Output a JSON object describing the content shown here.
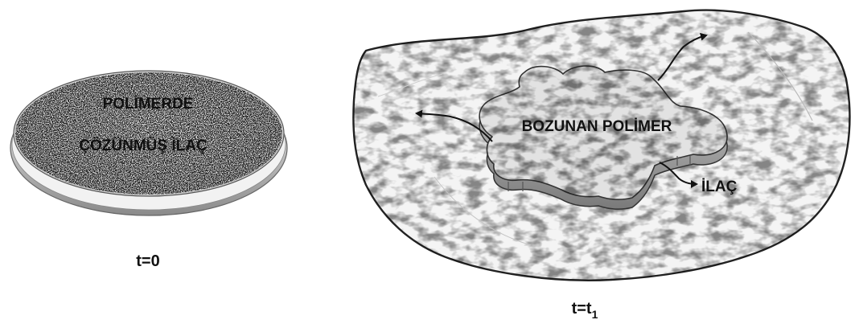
{
  "left_panel": {
    "label_line1": "POLİMERDE",
    "label_line2": "ÇÖZÜNMÜŞ İLAÇ",
    "time_label": "t=0"
  },
  "right_panel": {
    "polymer_label": "BOZUNAN POLİMER",
    "drug_label": "İLAÇ",
    "time_label_main": "t=t",
    "time_label_sub": "1"
  }
}
